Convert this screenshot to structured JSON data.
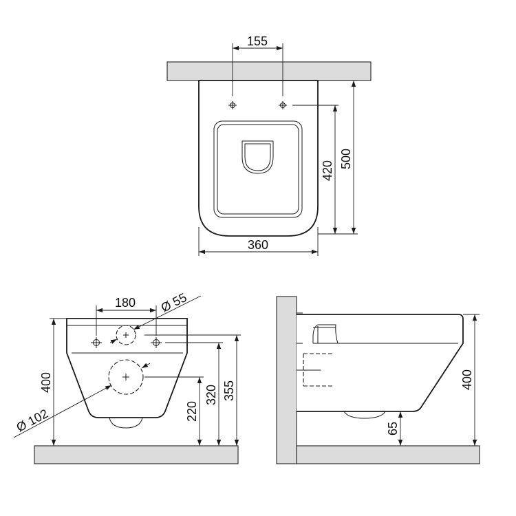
{
  "dimensions": {
    "top_bolt_spacing": "155",
    "top_depth": "500",
    "top_depth_inner": "420",
    "top_width": "360",
    "front_bolt_spacing": "180",
    "front_small_hole_dia": "Ø 55",
    "front_height": "400",
    "front_inlet_height": "220",
    "front_bolt_height": "320",
    "front_top_hole_height": "355",
    "front_large_hole_dia": "Ø 102",
    "side_height": "400",
    "side_bottom_height": "65"
  }
}
